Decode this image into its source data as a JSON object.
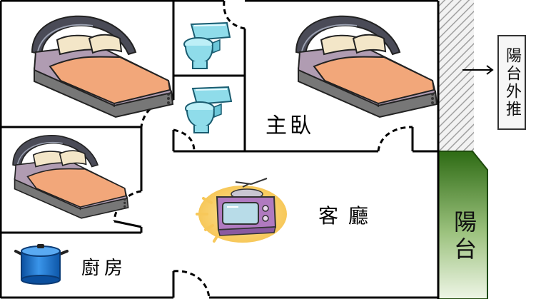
{
  "labels": {
    "master_bedroom": "主臥",
    "living_room": "客廳",
    "kitchen": "廚房",
    "balcony": "陽台",
    "balcony_outward": "陽台外推"
  },
  "icons": {
    "bed": "bed-icon",
    "toilet": "toilet-icon",
    "tv": "television-icon",
    "pot": "cooking-pot-icon",
    "arrow": "arrow-right-icon"
  },
  "colors": {
    "wall": "#000000",
    "balcony_dark": "#2e6b14",
    "balcony_light": "#e8f2dc",
    "hatch": "#9a9a9a",
    "bed_frame": "#5a5a66",
    "bed_blanket": "#f0a77c",
    "toilet": "#8fdcea",
    "tv_body": "#b07ac0",
    "pot_blue": "#1f73c9"
  }
}
